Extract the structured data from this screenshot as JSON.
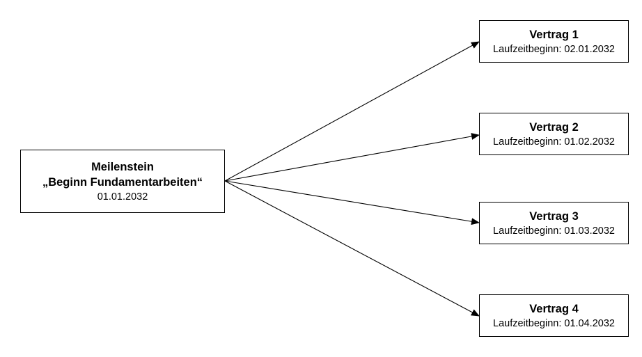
{
  "milestone": {
    "label": "Meilenstein",
    "name": "„Beginn Fundamentarbeiten“",
    "date": "01.01.2032"
  },
  "contracts": [
    {
      "name": "Vertrag 1",
      "start": "Laufzeitbeginn: 02.01.2032"
    },
    {
      "name": "Vertrag 2",
      "start": "Laufzeitbeginn: 01.02.2032"
    },
    {
      "name": "Vertrag 3",
      "start": "Laufzeitbeginn: 01.03.2032"
    },
    {
      "name": "Vertrag 4",
      "start": "Laufzeitbeginn: 01.04.2032"
    }
  ]
}
